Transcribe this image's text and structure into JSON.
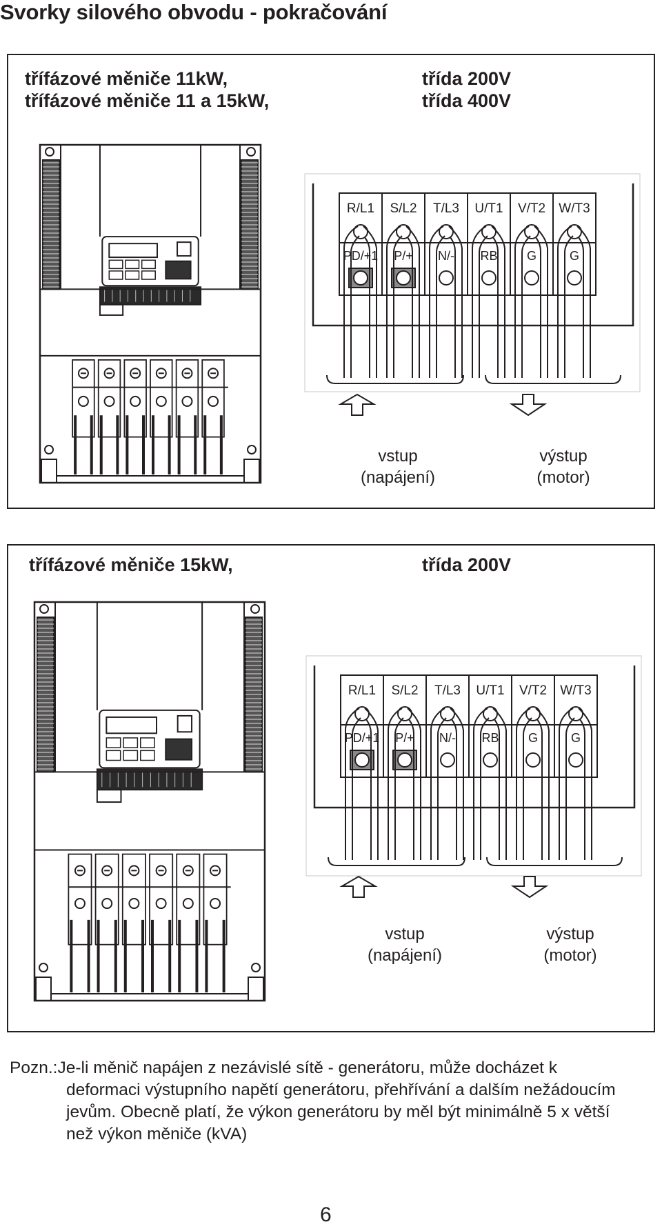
{
  "page": {
    "heading": "Svorky silového obvodu - pokračování",
    "page_number": "6"
  },
  "panel1": {
    "title_left": [
      "třífázové měniče 11kW,",
      "třífázové měniče 11 a 15kW,"
    ],
    "title_right": [
      "třída 200V",
      "třída 400V"
    ],
    "terminals_top": [
      "R/L1",
      "S/L2",
      "T/L3",
      "U/T1",
      "V/T2",
      "W/T3"
    ],
    "terminals_bottom": [
      "PD/+1",
      "P/+",
      "N/-",
      "RB",
      "G",
      "G"
    ],
    "input_label": [
      "vstup",
      "(napájení)"
    ],
    "output_label": [
      "výstup",
      "(motor)"
    ]
  },
  "panel2": {
    "title_left": "třífázové měniče 15kW,",
    "title_right": "třída 200V",
    "terminals_top": [
      "R/L1",
      "S/L2",
      "T/L3",
      "U/T1",
      "V/T2",
      "W/T3"
    ],
    "terminals_bottom": [
      "PD/+1",
      "P/+",
      "N/-",
      "RB",
      "G",
      "G"
    ],
    "input_label": [
      "vstup",
      "(napájení)"
    ],
    "output_label": [
      "výstup",
      "(motor)"
    ]
  },
  "note": {
    "prefix": "Pozn.:",
    "first_line": "Je-li měnič napájen z nezávislé sítě - generátoru, může docházet k",
    "continuation": "deformaci výstupního napětí generátoru, přehřívání a dalším nežádoucím jevům. Obecně platí, že výkon generátoru by měl být minimálně 5 x větší než výkon měniče (kVA)"
  }
}
